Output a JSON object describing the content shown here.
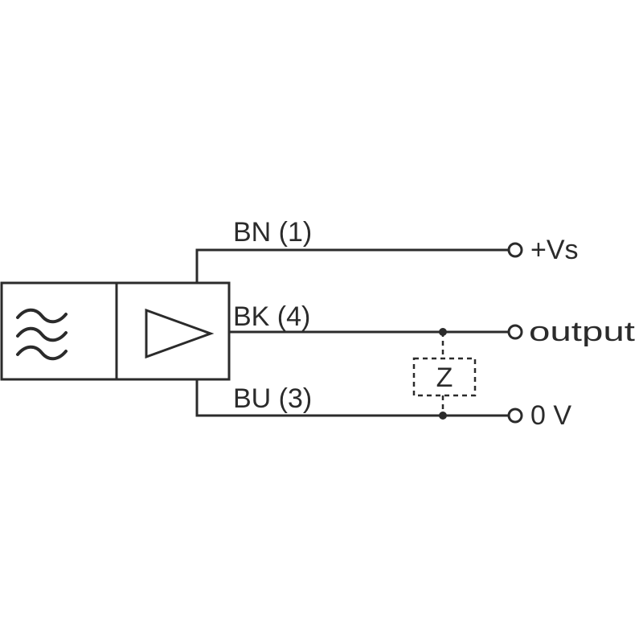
{
  "wires": {
    "brown": {
      "label": "BN (1)",
      "terminal": "+Vs"
    },
    "black": {
      "label": "BK (4)",
      "terminal": "output"
    },
    "blue": {
      "label": "BU (3)",
      "terminal": "0 V"
    }
  },
  "load": {
    "label": "Z"
  },
  "icons": {
    "sensor": "ultrasonic-waves-icon",
    "amplifier": "amplifier-triangle-icon"
  }
}
